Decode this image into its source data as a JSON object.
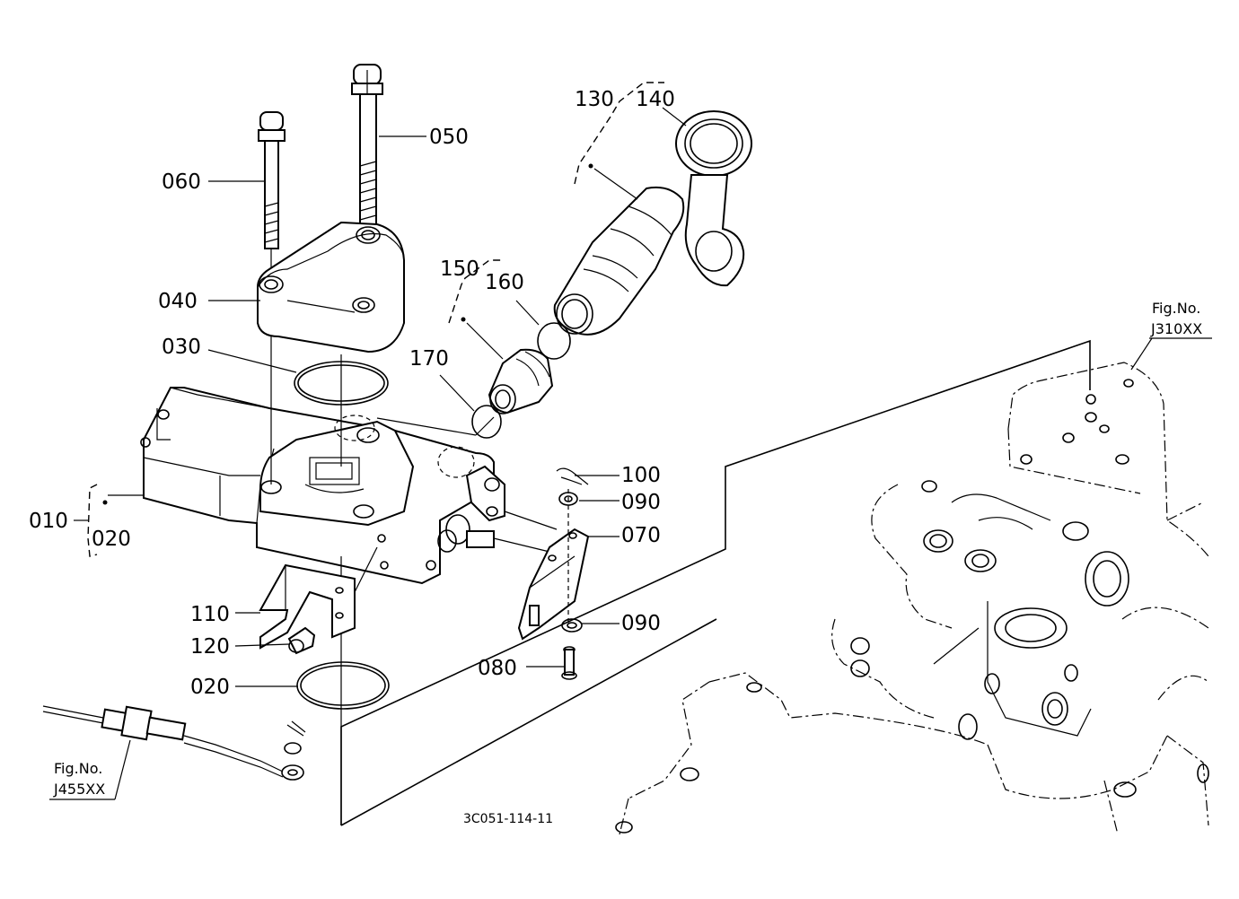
{
  "labels": {
    "p010": "010",
    "p020a": "020",
    "p020b": "020",
    "p030": "030",
    "p040": "040",
    "p050": "050",
    "p060": "060",
    "p070": "070",
    "p080": "080",
    "p090a": "090",
    "p090b": "090",
    "p100": "100",
    "p110": "110",
    "p120": "120",
    "p130": "130",
    "p140": "140",
    "p150": "150",
    "p160": "160",
    "p170": "170"
  },
  "refs": {
    "right_fig_label": "Fig.No.",
    "right_fig_code": "J310XX",
    "left_fig_label": "Fig.No.",
    "left_fig_code": "J455XX"
  },
  "drawing_code": "3C051-114-11"
}
